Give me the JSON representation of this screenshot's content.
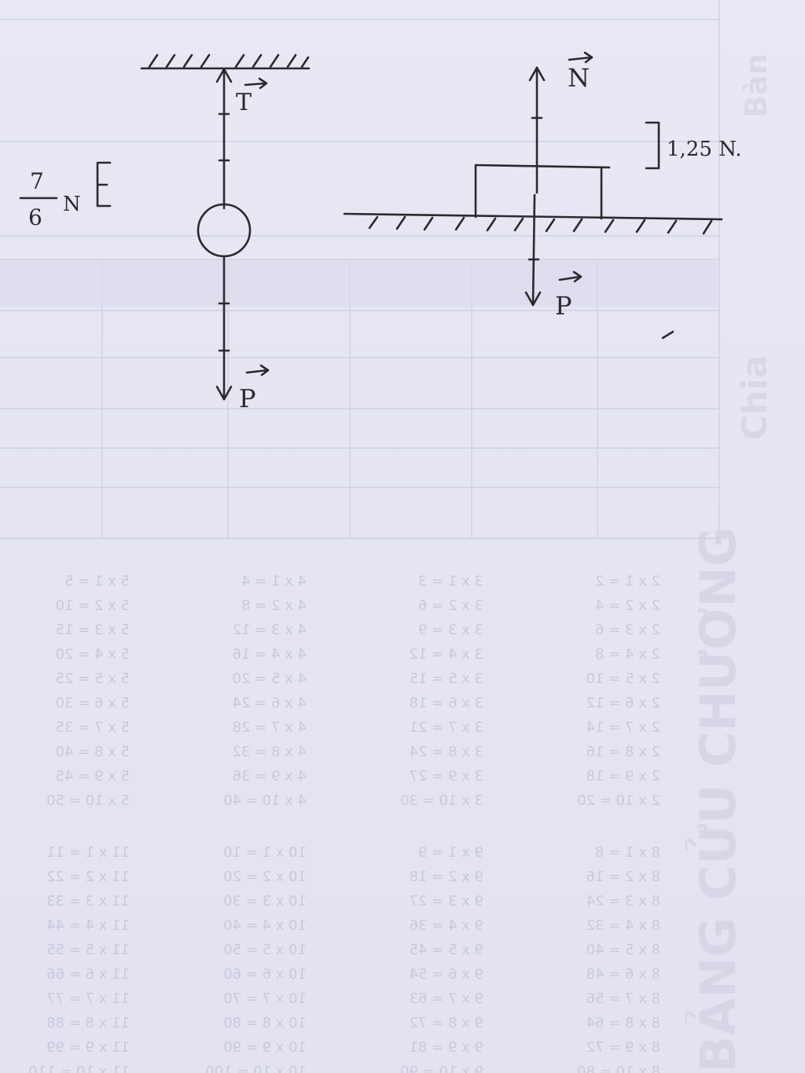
{
  "diagram": {
    "left_panel": {
      "tension_label": "T",
      "weight_label": "P",
      "scale_numerator": "7",
      "scale_denominator": "6",
      "scale_unit": "N"
    },
    "right_panel": {
      "normal_label": "N",
      "weight_label": "P",
      "scale_label": "1,25 N."
    }
  },
  "notebook_background": {
    "brand_text": "BẢNG CỬU CHƯƠNG",
    "side_text": "Chia",
    "top_side_text": "Bàn"
  }
}
